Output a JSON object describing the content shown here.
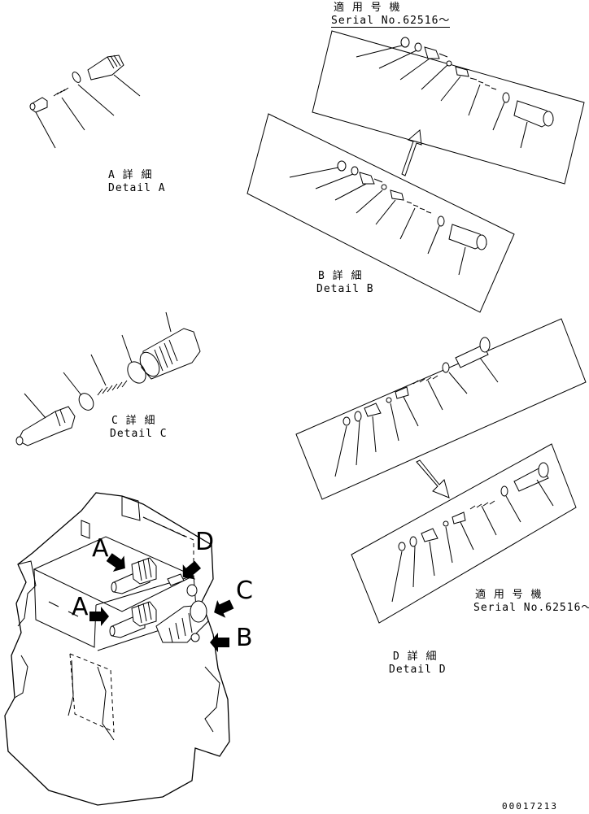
{
  "detail_a": {
    "jp": "A 詳 細",
    "en": "Detail A"
  },
  "detail_b": {
    "jp": "B 詳 細",
    "en": "Detail B"
  },
  "detail_c": {
    "jp": "C 詳 細",
    "en": "Detail C"
  },
  "detail_d": {
    "jp": "D 詳 細",
    "en": "Detail D"
  },
  "serial_top": {
    "jp": "適 用 号 機",
    "en": "Serial No.62516～"
  },
  "serial_bottom": {
    "jp": "適 用 号 機",
    "en": "Serial No.62516～"
  },
  "callouts": {
    "a1": "A",
    "a2": "A",
    "b": "B",
    "c": "C",
    "d": "D"
  },
  "drawing_number": "00017213"
}
